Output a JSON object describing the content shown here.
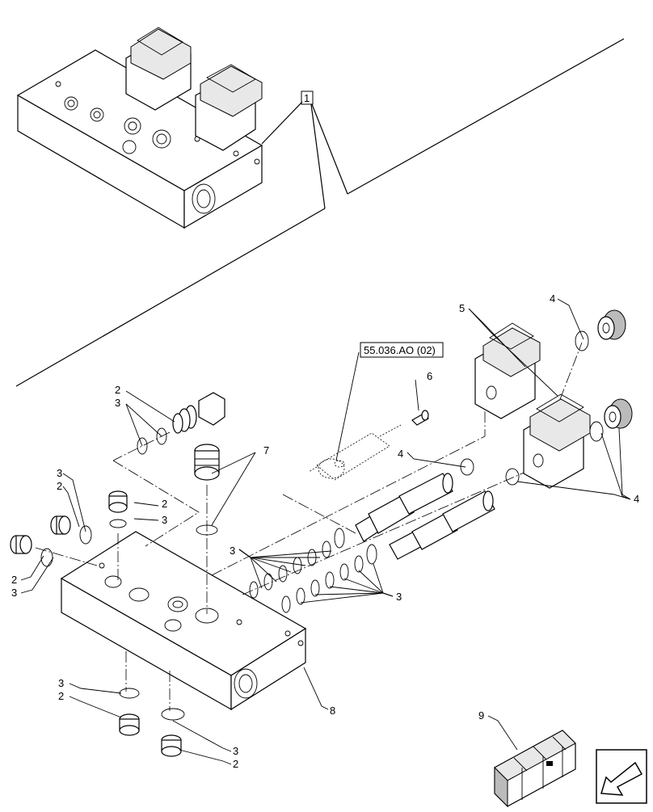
{
  "labels": {
    "ref_1": "1",
    "ref_2": "2",
    "ref_3": "3",
    "ref_4": "4",
    "ref_5": "5",
    "ref_6": "6",
    "ref_7": "7",
    "ref_8": "8",
    "ref_9": "9",
    "cross_ref": "55.036.AO (02)"
  },
  "icons": {
    "nav": "arrow-back-icon",
    "kit": "crate-icon"
  }
}
